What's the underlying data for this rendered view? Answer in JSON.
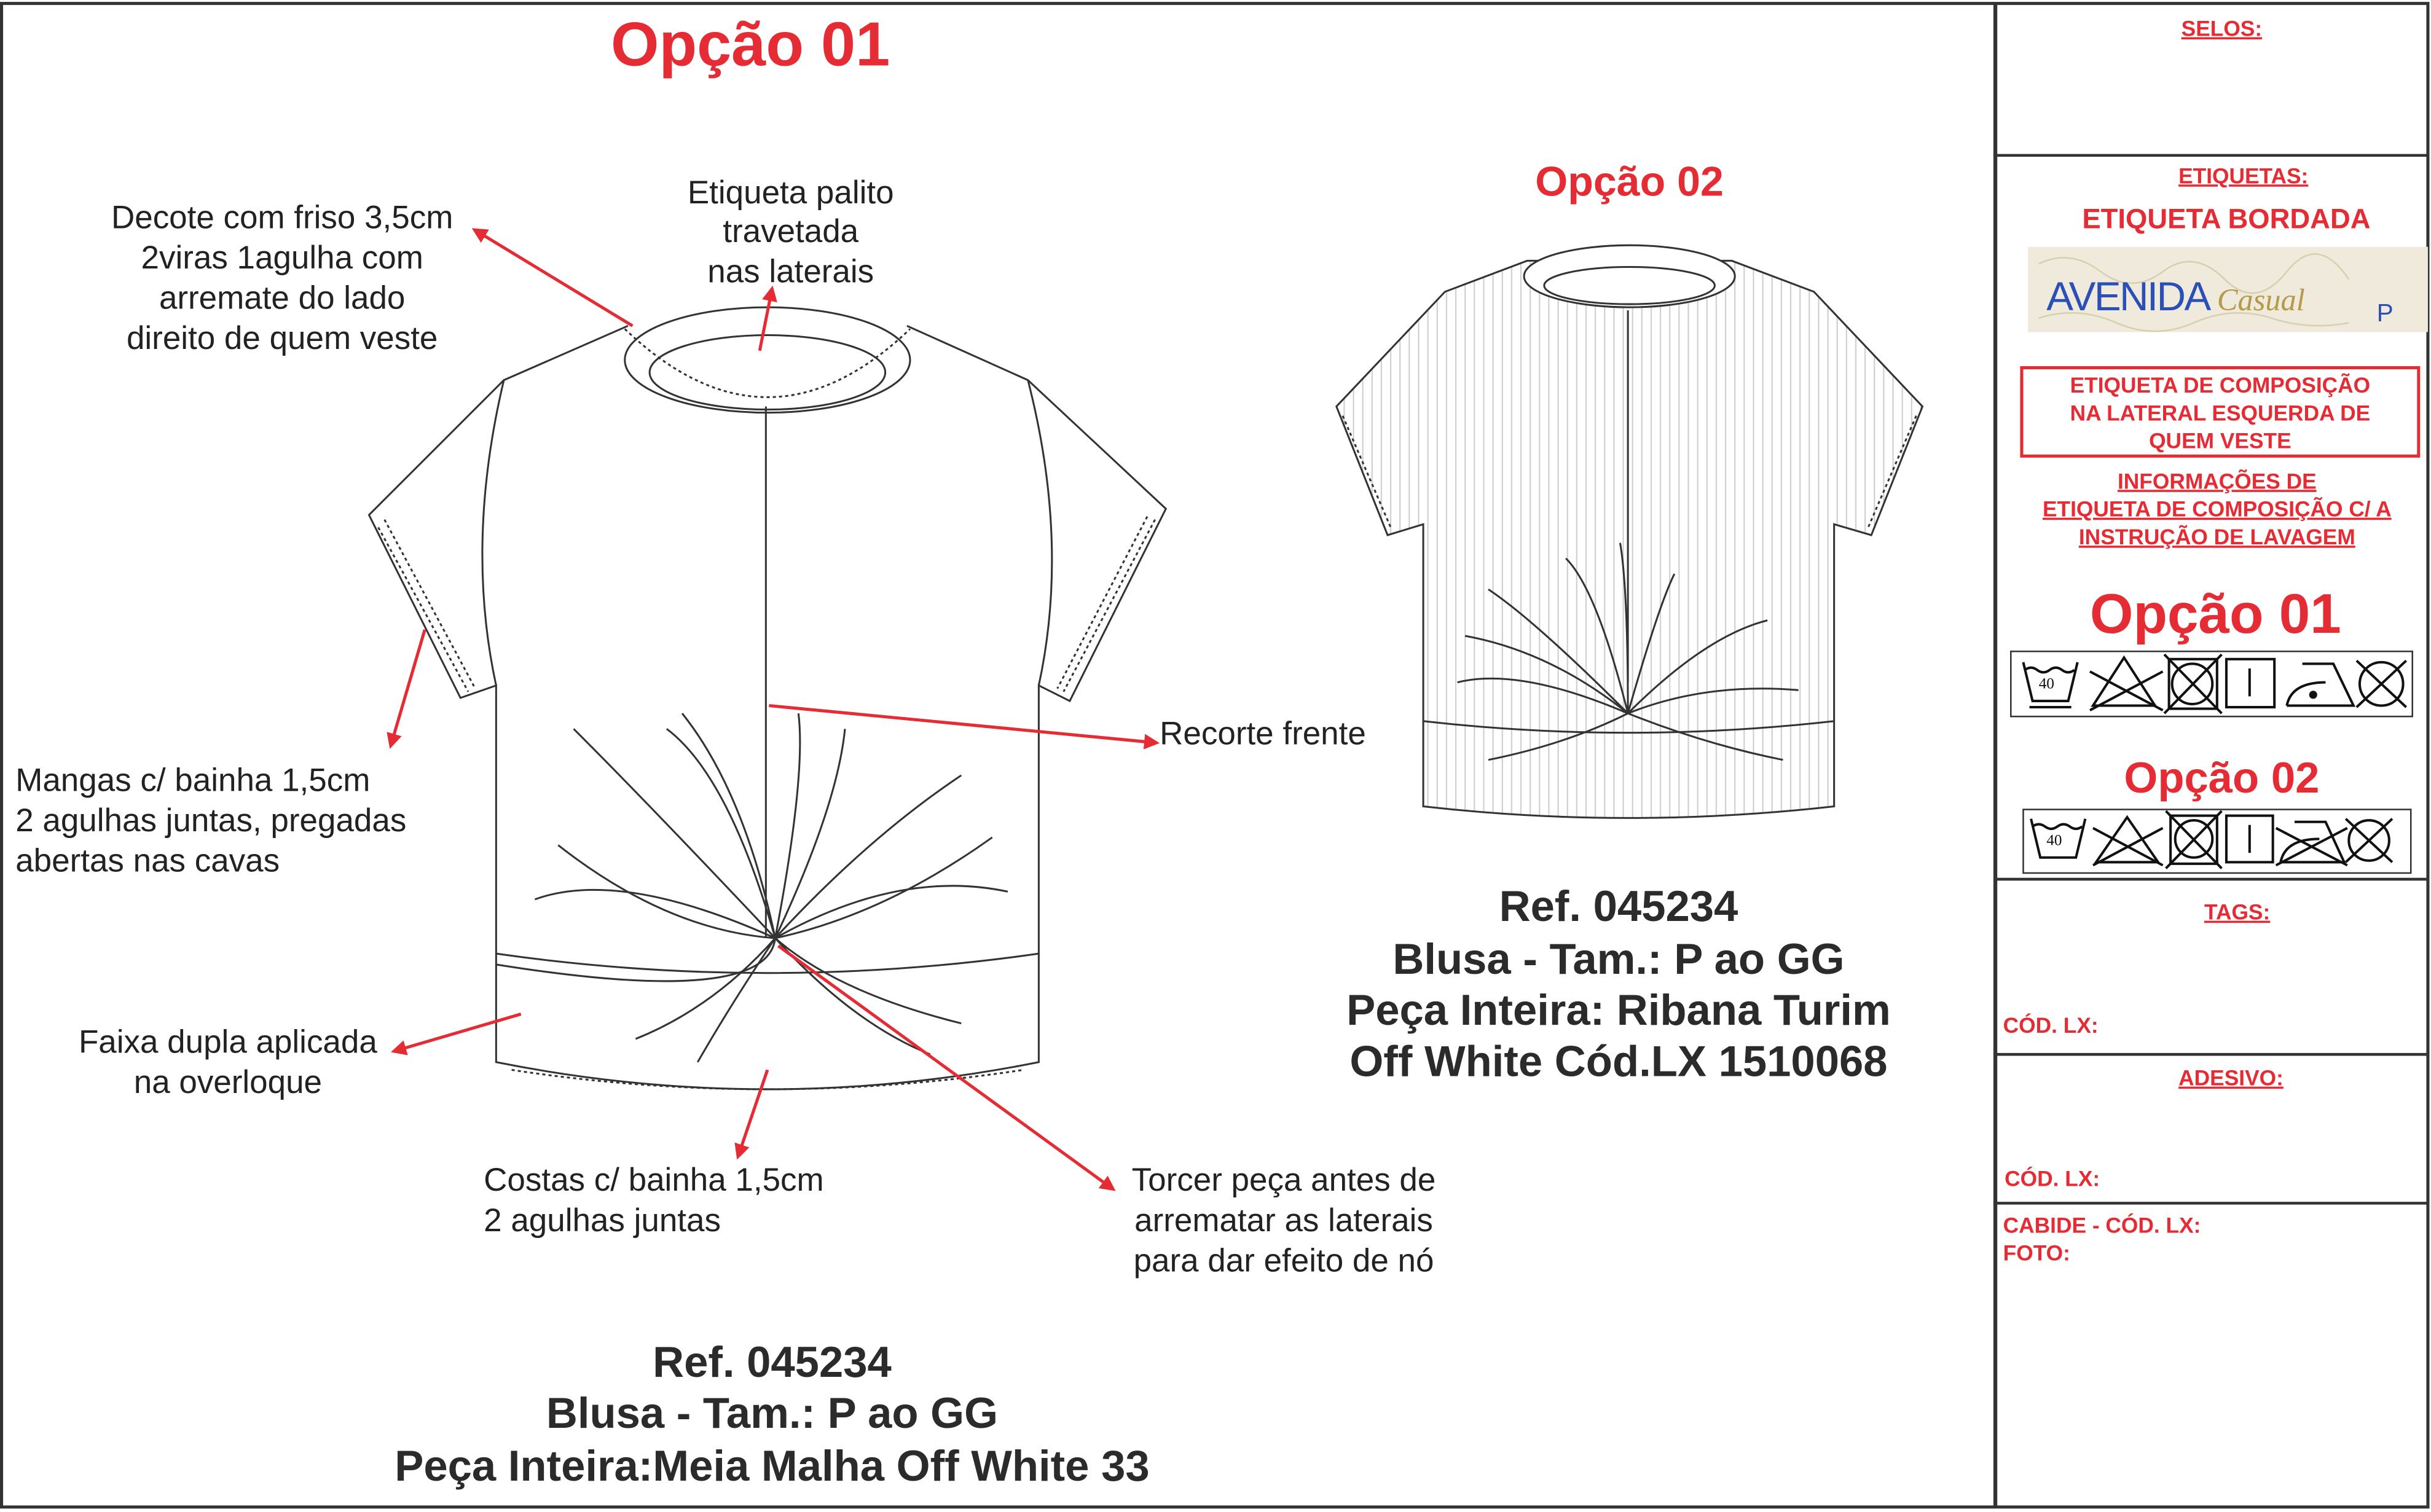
{
  "option1": {
    "title": "Opção 01",
    "annotations": {
      "neck": [
        "Decote com friso 3,5cm",
        "2viras 1agulha com",
        "arremate do lado",
        "direito de quem veste"
      ],
      "label": [
        "Etiqueta palito",
        "travetada",
        "nas laterais"
      ],
      "sleeves": [
        "Mangas c/ bainha 1,5cm",
        "2 agulhas juntas, pregadas",
        "abertas nas cavas"
      ],
      "front": [
        "Recorte frente"
      ],
      "band": [
        "Faixa dupla aplicada",
        "na overloque"
      ],
      "back": [
        "Costas c/ bainha 1,5cm",
        "2 agulhas juntas"
      ],
      "twist": [
        "Torcer peça antes de",
        "arrematar as laterais",
        "para dar efeito de nó"
      ]
    },
    "ref": [
      "Ref. 045234",
      "Blusa - Tam.: P ao GG",
      "Peça Inteira:Meia Malha Off White 33"
    ]
  },
  "option2": {
    "title": "Opção 02",
    "ref": [
      "Ref. 045234",
      "Blusa - Tam.: P ao GG",
      "Peça Inteira: Ribana Turim",
      "Off White Cód.LX 1510068"
    ]
  },
  "sidebar": {
    "selos": "SELOS:",
    "etiquetas": "ETIQUETAS:",
    "bordada": "ETIQUETA BORDADA",
    "brand_label": {
      "brand": "AVENIDA",
      "script": "Casual",
      "size": "P"
    },
    "composicao_box": [
      "ETIQUETA DE COMPOSIÇÃO",
      "NA LATERAL ESQUERDA DE",
      "QUEM VESTE"
    ],
    "informacoes": [
      "INFORMAÇÕES DE",
      "ETIQUETA DE COMPOSIÇÃO C/ A",
      "INSTRUÇÃO DE LAVAGEM"
    ],
    "care_option1": "Opção 01",
    "care_option2": "Opção 02",
    "wash_temp": "40",
    "tags": "TAGS:",
    "tags_cod": "CÓD. LX:",
    "adesivo": "ADESIVO:",
    "adesivo_cod": "CÓD. LX:",
    "cabide": "CABIDE - CÓD. LX:",
    "foto": "FOTO:"
  },
  "colors": {
    "accent": "#e52b33",
    "brand_blue": "#2a4fb8"
  }
}
